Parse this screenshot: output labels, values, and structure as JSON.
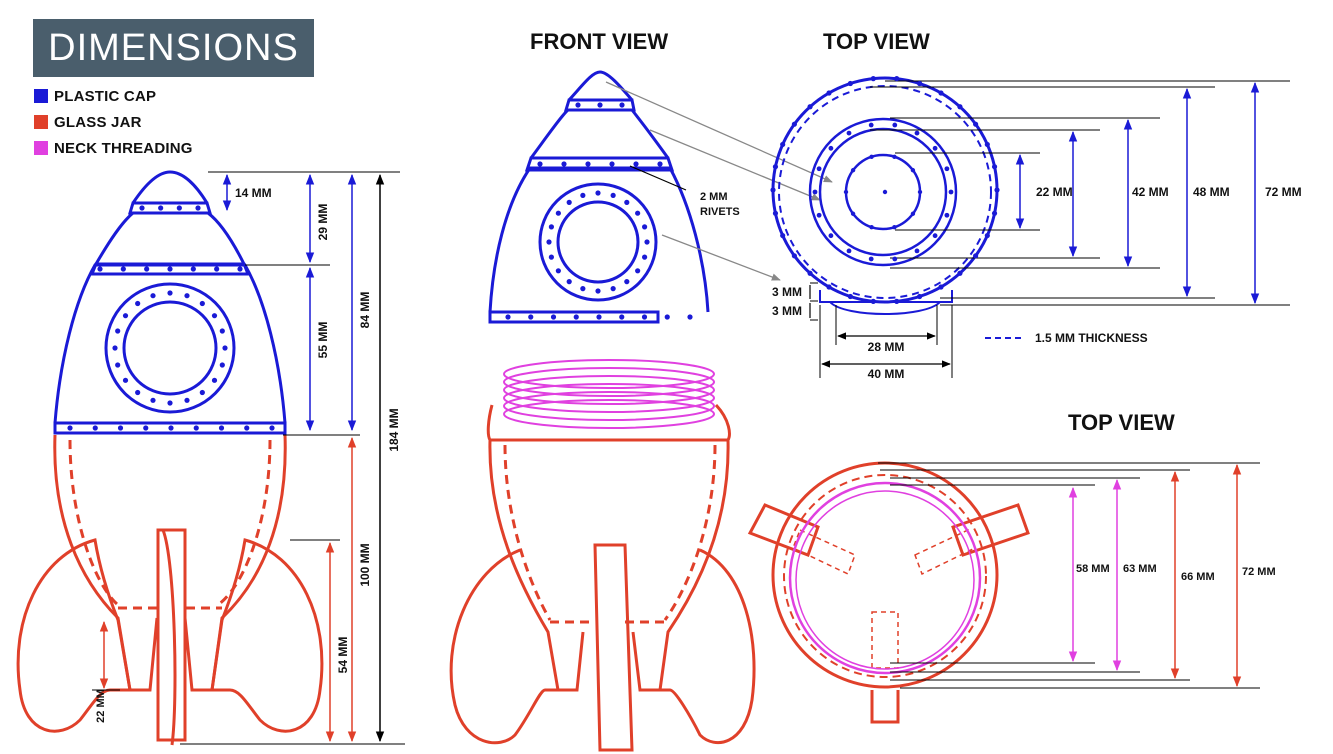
{
  "title": "DIMENSIONS",
  "legend": [
    {
      "label": "PLASTIC CAP",
      "color": "#1a1ad6"
    },
    {
      "label": "GLASS JAR",
      "color": "#e0402a"
    },
    {
      "label": "NECK THREADING",
      "color": "#e040e0"
    }
  ],
  "colors": {
    "cap": "#1a1ad6",
    "jar": "#e0402a",
    "thread": "#e040e0",
    "dim": "#000000",
    "leader": "#888888"
  },
  "views": {
    "front": "FRONT VIEW",
    "top_cap": "TOP VIEW",
    "top_jar": "TOP VIEW"
  },
  "side_dims": {
    "tip": "14 MM",
    "cap_top": "29 MM",
    "cap_mid": "55 MM",
    "cap_total": "84 MM",
    "total": "184 MM",
    "jar": "100 MM",
    "fin": "54 MM",
    "foot": "22 MM"
  },
  "front_notes": {
    "rivets_line1": "2 MM",
    "rivets_line2": "RIVETS"
  },
  "top_cap_dims": {
    "d1": "22 MM",
    "d2": "42 MM",
    "d3": "48 MM",
    "d4": "72 MM",
    "h1": "3 MM",
    "h2": "3 MM",
    "w1": "28 MM",
    "w2": "40 MM",
    "thickness": "1.5 MM THICKNESS"
  },
  "top_jar_dims": {
    "d1": "58 MM",
    "d2": "63 MM",
    "d3": "66 MM",
    "d4": "72 MM"
  }
}
